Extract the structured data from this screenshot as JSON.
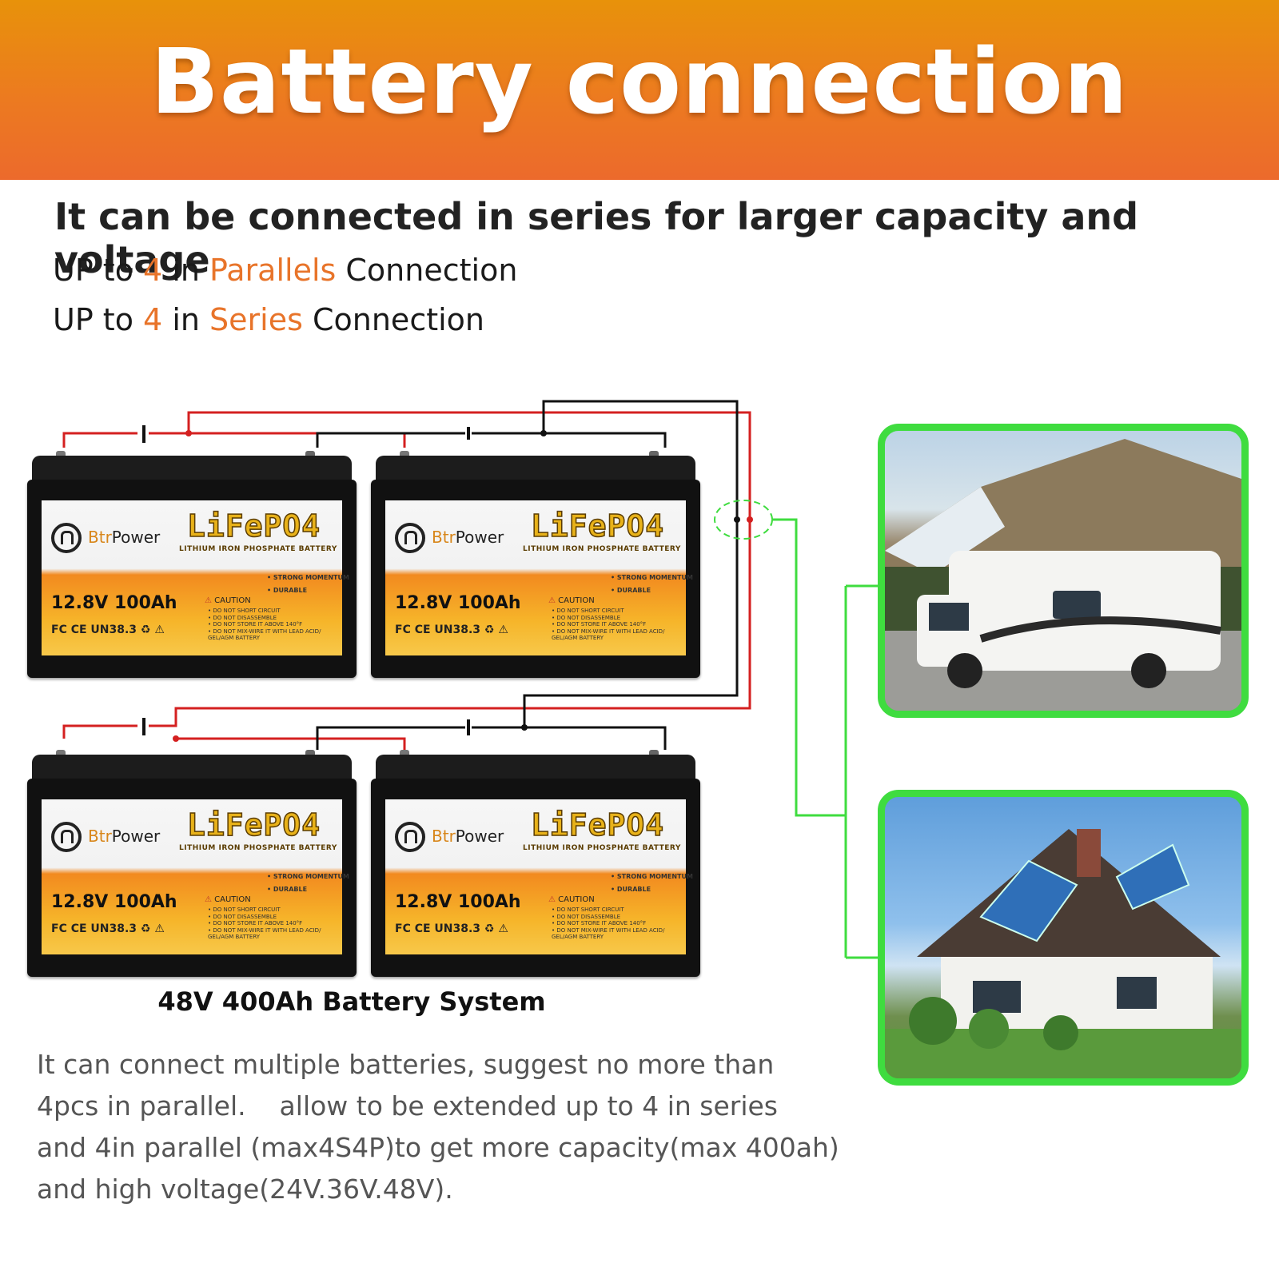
{
  "header": {
    "title": "Battery connection"
  },
  "subtitle": "It can be connected in series for larger capacity and voltage",
  "specs": [
    {
      "prefix": "UP to ",
      "count": "4",
      "mid": " in ",
      "type": "Parallels",
      "suffix": " Connection"
    },
    {
      "prefix": "UP to ",
      "count": "4",
      "mid": " in ",
      "type": "Series",
      "suffix": " Connection"
    }
  ],
  "battery": {
    "brand_a": "Btr",
    "brand_b": "Power",
    "chemistry": "LiFePO4",
    "chemistry_sub": "LITHIUM IRON PHOSPHATE BATTERY",
    "feature_1": "• STRONG MOMENTUM",
    "feature_2": "• DURABLE",
    "rating": "12.8V 100Ah",
    "caution": "CAUTION",
    "warnings": "• DO NOT SHORT CIRCUIT\n• DO NOT DISASSEMBLE\n• DO NOT STORE IT ABOVE 140°F\n• DO NOT MIX-WIRE IT WITH LEAD ACID/\nGEL/AGM BATTERY",
    "certs": "FC CE UN38.3 ♻ ⚠"
  },
  "system_label": "48V 400Ah Battery System",
  "description": [
    "It can connect multiple batteries, suggest no more than",
    "4pcs in parallel.    allow to be extended up to 4 in series",
    "and 4in parallel (max4S4P)to get more capacity(max 400ah)",
    "and high voltage(24V.36V.48V)."
  ],
  "colors": {
    "accent": "#e8742a",
    "banner": "#ec7a20",
    "frame": "#3fdc3f",
    "positive_wire": "#d42020",
    "negative_wire": "#111111"
  }
}
